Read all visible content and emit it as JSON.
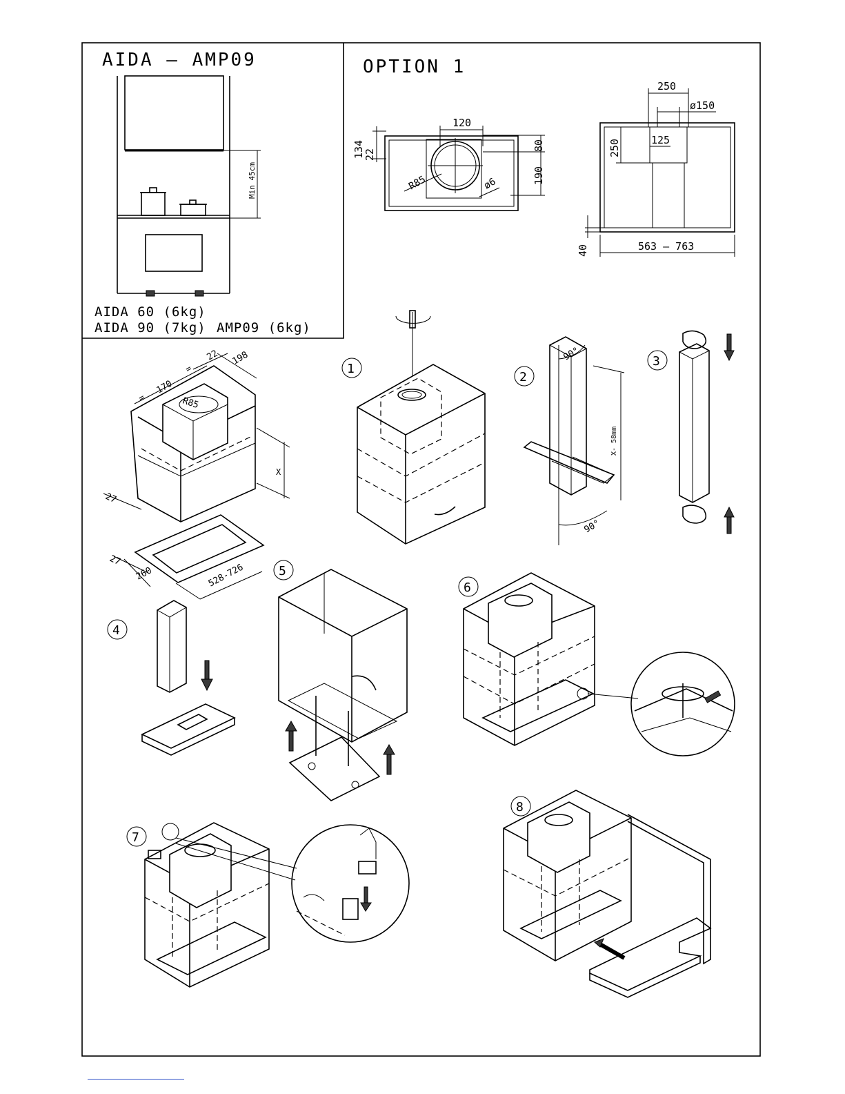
{
  "header": {
    "model_title": "AIDA — AMP09",
    "option_title": "OPTION 1"
  },
  "weights": {
    "line1": "AIDA 60 (6kg)",
    "line2_left": "AIDA 90 (7kg)",
    "line2_right": "AMP09 (6kg)"
  },
  "dimensions": {
    "min_height": "Min 45cm",
    "front": {
      "d120": "120",
      "d134": "134",
      "d22": "22",
      "d80": "80",
      "d190": "190",
      "r85": "R85",
      "phi6": "ø6"
    },
    "side": {
      "d250_top": "250",
      "phi150": "ø150",
      "d125": "125",
      "d250_left": "250",
      "d40": "40",
      "width_range": "563 — 763"
    },
    "iso": {
      "d22": "22",
      "d198": "198",
      "d170": "170",
      "eq1": "=",
      "eq2": "=",
      "r85": "R85",
      "x": "X",
      "d27a": "27",
      "d27b": "27",
      "d260": "260",
      "range": "528-726",
      "x_minus": "X- 58mm",
      "angle1": "90°",
      "angle2": "90°"
    }
  },
  "steps": [
    "1",
    "2",
    "3",
    "4",
    "5",
    "6",
    "7",
    "8"
  ],
  "colors": {
    "ink": "#000000",
    "paper": "#ffffff",
    "link": "#3050c8"
  }
}
